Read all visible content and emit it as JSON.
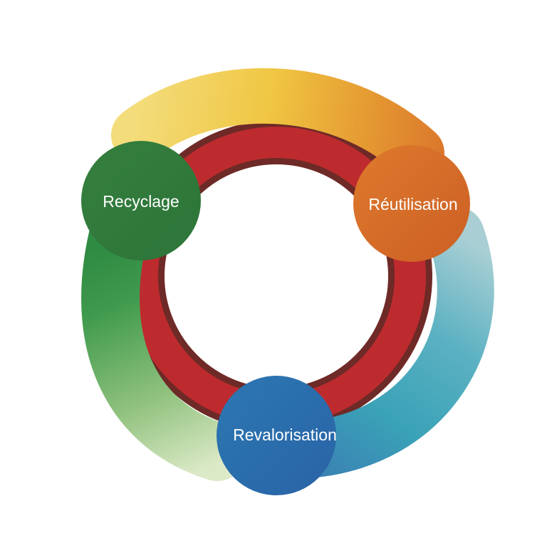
{
  "diagram": {
    "type": "cycle",
    "nodes": [
      {
        "id": "recycling",
        "label": "Recyclage",
        "color": "#2f7d3c"
      },
      {
        "id": "reuse",
        "label": "Réutilisation",
        "color": "#d4682a"
      },
      {
        "id": "recovery",
        "label": "Revalorisation",
        "color": "#2f6fae"
      }
    ],
    "colors": {
      "inner_ring": "#bd2b2e",
      "inner_ring_shadow": "#6e2a27",
      "arc_recycling_to_reuse": [
        "#f3dc7a",
        "#f0c642",
        "#e59a32",
        "#d8702a"
      ],
      "arc_reuse_to_recovery": [
        "#a9cfd4",
        "#5bb1c2",
        "#3aa2b7",
        "#3a83b4"
      ],
      "arc_recovery_to_recycling": [
        "#dbe9c6",
        "#8fc17d",
        "#3f9a4d",
        "#2f8a42"
      ]
    }
  }
}
